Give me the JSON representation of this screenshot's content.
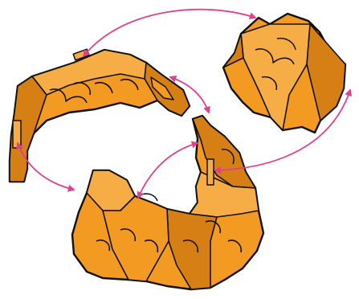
{
  "diagram": {
    "pieces": [
      {
        "id": "arc-piece-left"
      },
      {
        "id": "triangular-block-right"
      },
      {
        "id": "curved-piece-bottom"
      }
    ],
    "connections": [
      {
        "from": "arc-piece-left",
        "to": "triangular-block-right"
      },
      {
        "from": "arc-piece-left",
        "to": "curved-piece-bottom"
      },
      {
        "from": "arc-piece-left",
        "to": "curved-piece-bottom"
      },
      {
        "from": "curved-piece-bottom",
        "to": "triangular-block-right"
      },
      {
        "from": "curved-piece-bottom",
        "to": "curved-piece-bottom"
      }
    ]
  },
  "colors": {
    "piece_fill": "#f29a22",
    "piece_shade": "#d57f14",
    "piece_light": "#f7ad45",
    "outline": "#111111",
    "arrow": "#e0408c",
    "background": "#ffffff"
  }
}
